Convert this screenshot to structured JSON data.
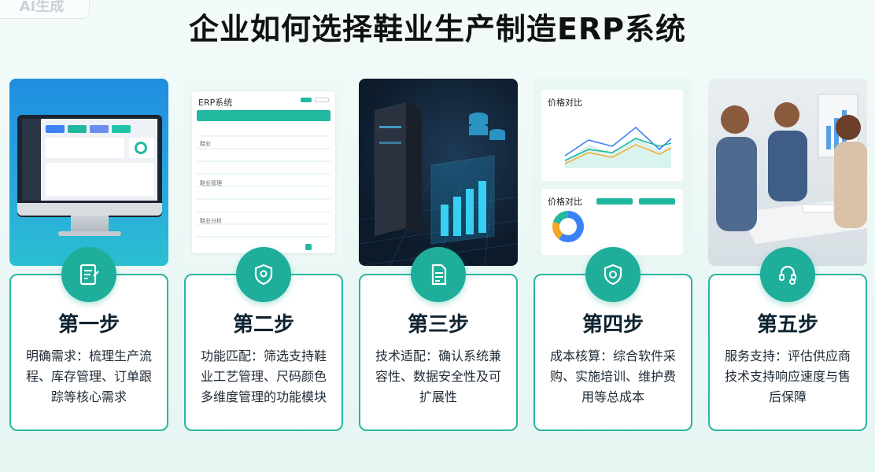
{
  "watermark": "AI生成",
  "title": "企业如何选择鞋业生产制造ERP系统",
  "colors": {
    "accent": "#1fae9a",
    "border": "#29b5a2"
  },
  "steps": [
    {
      "icon": "document-edit-icon",
      "title": "第一步",
      "desc": "明确需求：梳理生产流程、库存管理、订单跟踪等核心需求"
    },
    {
      "icon": "shield-location-icon",
      "title": "第二步",
      "desc": "功能匹配：筛选支持鞋业工艺管理、尺码颜色多维度管理的功能模块"
    },
    {
      "icon": "document-list-icon",
      "title": "第三步",
      "desc": "技术适配：确认系统兼容性、数据安全性及可扩展性"
    },
    {
      "icon": "shield-check-icon",
      "title": "第四步",
      "desc": "成本核算：综合软件采购、实施培训、维护费用等总成本"
    },
    {
      "icon": "support-agent-icon",
      "title": "第五步",
      "desc": "服务支持：评估供应商技术支持响应速度与售后保障"
    }
  ],
  "image2": {
    "header": "ERP系统",
    "side_labels": [
      "鞋业",
      "鞋业管理",
      "鞋业分析"
    ]
  },
  "image4": {
    "chart1_title": "价格对比",
    "chart2_title": "价格对比"
  }
}
